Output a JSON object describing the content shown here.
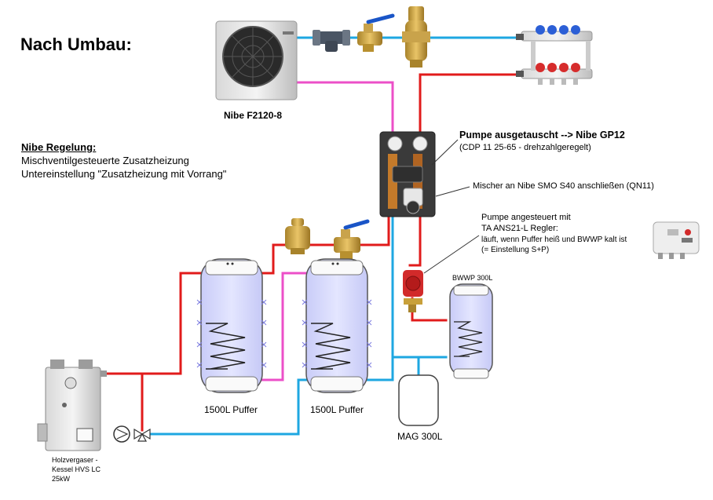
{
  "title": "Nach Umbau:",
  "regelung": {
    "heading": "Nibe Regelung:",
    "line1": "Mischventilgesteuerte Zusatzheizung",
    "line2": "Untereinstellung \"Zusatzheizung mit Vorrang\""
  },
  "heatpump": {
    "label": "Nibe F2120-8"
  },
  "notes": {
    "pump_replaced": "Pumpe ausgetauscht --> Nibe GP12",
    "pump_old": "(CDP 11 25-65 - drehzahlgeregelt)",
    "mixer": "Mischer an Nibe SMO S40 anschließen (QN11)",
    "pump_ctrl_1": "Pumpe angesteuert mit",
    "pump_ctrl_2": "TA ANS21-L Regler:",
    "pump_ctrl_3": "läuft, wenn Puffer heiß und BWWP kalt ist",
    "pump_ctrl_4": "(= Einstellung S+P)"
  },
  "tanks": {
    "buffer1": "1500L Puffer",
    "buffer2": "1500L Puffer",
    "bwwp": "BWWP 300L",
    "mag": "MAG 300L"
  },
  "boiler": {
    "line1": "Holzvergaser -",
    "line2": "Kessel HVS LC",
    "line3": "25kW"
  },
  "colors": {
    "supply": "#e11b1b",
    "return": "#1ea7e1",
    "pink": "#ec4fc8",
    "tank_fill": "#d9dbff",
    "tank_stroke": "#555555"
  }
}
